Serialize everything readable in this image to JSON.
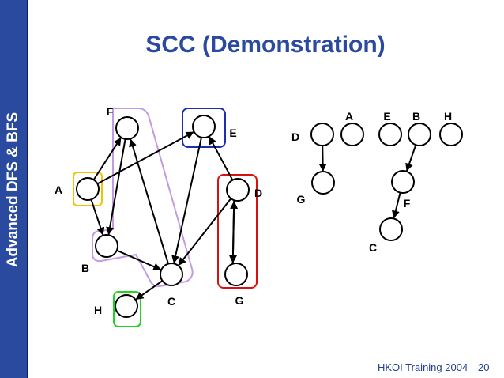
{
  "sidebar": {
    "text": "Advanced DFS & BFS"
  },
  "title": "SCC (Demonstration)",
  "footer": {
    "org": "HKOI Training 2004",
    "page": "20"
  },
  "graph": {
    "nodes": [
      {
        "id": "A",
        "label": "A"
      },
      {
        "id": "B",
        "label": "B"
      },
      {
        "id": "C",
        "label": "C"
      },
      {
        "id": "D",
        "label": "D"
      },
      {
        "id": "E",
        "label": "E"
      },
      {
        "id": "F",
        "label": "F"
      },
      {
        "id": "G",
        "label": "G"
      },
      {
        "id": "H",
        "label": "H"
      }
    ],
    "edges": [
      [
        "A",
        "F"
      ],
      [
        "A",
        "E"
      ],
      [
        "A",
        "B"
      ],
      [
        "F",
        "B"
      ],
      [
        "B",
        "C"
      ],
      [
        "C",
        "F"
      ],
      [
        "E",
        "C"
      ],
      [
        "D",
        "E"
      ],
      [
        "D",
        "C"
      ],
      [
        "D",
        "G"
      ],
      [
        "G",
        "D"
      ],
      [
        "C",
        "H"
      ]
    ],
    "components": [
      {
        "name": "scc-a",
        "members": [
          "A"
        ],
        "color": "#f2c200"
      },
      {
        "name": "scc-e",
        "members": [
          "E"
        ],
        "color": "#1b2fb0"
      },
      {
        "name": "scc-dg",
        "members": [
          "D",
          "G"
        ],
        "color": "#d81010"
      },
      {
        "name": "scc-fbc",
        "members": [
          "F",
          "B",
          "C"
        ],
        "color": "#c29be0"
      },
      {
        "name": "scc-h",
        "members": [
          "H"
        ],
        "color": "#22d322"
      }
    ]
  },
  "forest": {
    "nodes": [
      {
        "id": "D",
        "label": "D"
      },
      {
        "id": "G",
        "label": "G"
      },
      {
        "id": "A",
        "label": "A"
      },
      {
        "id": "E",
        "label": "E"
      },
      {
        "id": "B",
        "label": "B"
      },
      {
        "id": "F",
        "label": "F"
      },
      {
        "id": "C",
        "label": "C"
      },
      {
        "id": "H",
        "label": "H"
      }
    ],
    "edges": [
      [
        "D",
        "G"
      ],
      [
        "B",
        "F"
      ],
      [
        "F",
        "C"
      ]
    ]
  }
}
